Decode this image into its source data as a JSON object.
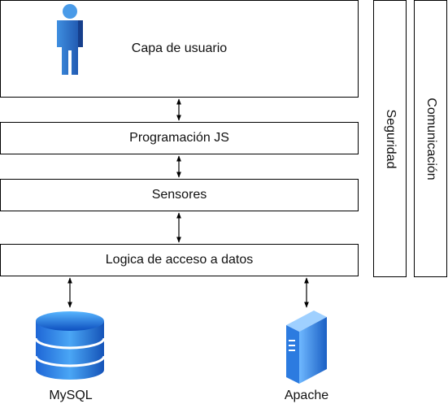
{
  "layers": {
    "user": "Capa de usuario",
    "programming": "Programación JS",
    "sensors": "Sensores",
    "data_access": "Logica de acceso a datos"
  },
  "side": {
    "security": "Seguridad",
    "communication": "Comunicación"
  },
  "resources": {
    "mysql": "MySQL",
    "apache": "Apache"
  },
  "icons": {
    "user": "user-icon",
    "database": "database-icon",
    "server": "server-icon"
  }
}
